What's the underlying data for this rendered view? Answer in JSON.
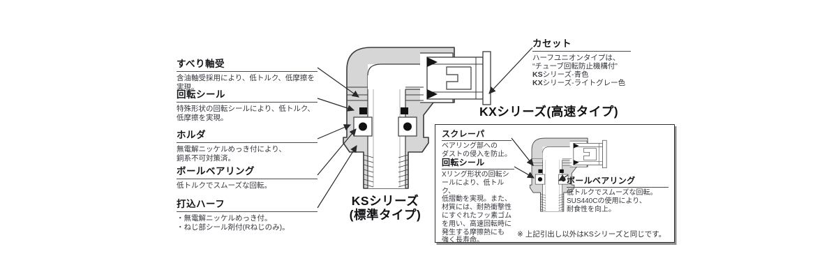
{
  "colors": {
    "diagram_fill": "#d6d6d6",
    "diagram_line": "#3a3a3a",
    "heading_text": "#14161a",
    "body_text": "#33363c"
  },
  "ks": {
    "title_line1": "KSシリーズ",
    "title_line2": "(標準タイプ)",
    "labels": [
      {
        "title": "すべり軸受",
        "desc": [
          "含油軸受採用により、低トルク、低摩擦を実現。"
        ]
      },
      {
        "title": "回転シール",
        "desc": [
          "特殊形状の回転シールにより、低トルク、",
          "低摩擦を実現。"
        ]
      },
      {
        "title": "ホルダ",
        "desc": [
          "無電解ニッケルめっき付により、",
          "銅系不可対策済。"
        ]
      },
      {
        "title": "ボールベアリング",
        "desc": [
          "低トルクでスムーズな回転。"
        ]
      },
      {
        "title": "打込ハーフ",
        "desc": [
          "・無電解ニッケルめっき付。",
          "・ねじ部シール剤付(Rねじのみ)。"
        ]
      }
    ]
  },
  "cassette": {
    "title": "カセット",
    "line1": "ハーフユニオンタイプは、",
    "line2": "“チューブ回転防止機構付”",
    "ks_prefix": "KS",
    "ks_text": "シリーズ-青色",
    "kx_prefix": "KX",
    "kx_text": "シリーズ-ライトグレー色"
  },
  "kx": {
    "title": "KXシリーズ(高速タイプ)",
    "scraper": {
      "title": "スクレーパ",
      "desc": [
        "ベアリング部への",
        "ダストの侵入を防止。"
      ]
    },
    "rotation_seal": {
      "title": "回転シール",
      "desc": [
        "Xリング形状の回転シ",
        "ールにより、低トルク、",
        "低摺動を実現。また、",
        "材質には、耐熱衝撃性",
        "にすぐれたフッ素ゴム",
        "を用い、高速回転時に",
        "発生する摩擦熱にも",
        "強く長寿命。"
      ]
    },
    "ball_bearing": {
      "title": "ボールベアリング",
      "desc": [
        "低トルクでスムーズな回転。",
        "SUS440Cの使用により、",
        "耐食性を向上。"
      ]
    },
    "note": "※ 上記引出し以外はKSシリーズと同じです。"
  }
}
